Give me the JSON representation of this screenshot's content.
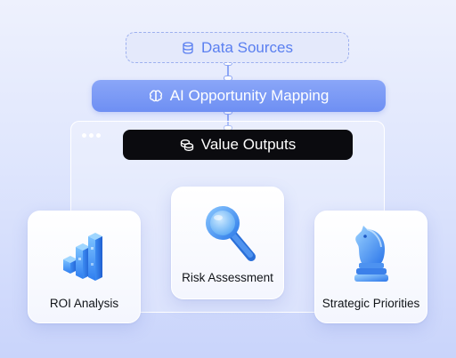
{
  "flow": {
    "data_sources": "Data Sources",
    "ai_mapping": "AI Opportunity Mapping",
    "value_outputs": "Value Outputs"
  },
  "outputs": {
    "roi": "ROI Analysis",
    "risk": "Risk Assessment",
    "strategic": "Strategic Priorities"
  },
  "icons": {
    "data_sources": "database-icon",
    "ai_mapping": "brain-icon",
    "value_outputs": "coins-icon",
    "roi": "bar-chart-icon",
    "risk": "magnifying-glass-icon",
    "strategic": "chess-knight-icon"
  },
  "colors": {
    "accent": "#6e8ff3",
    "dark": "#0b0b0f",
    "muted_blue": "#5a7ff0"
  }
}
